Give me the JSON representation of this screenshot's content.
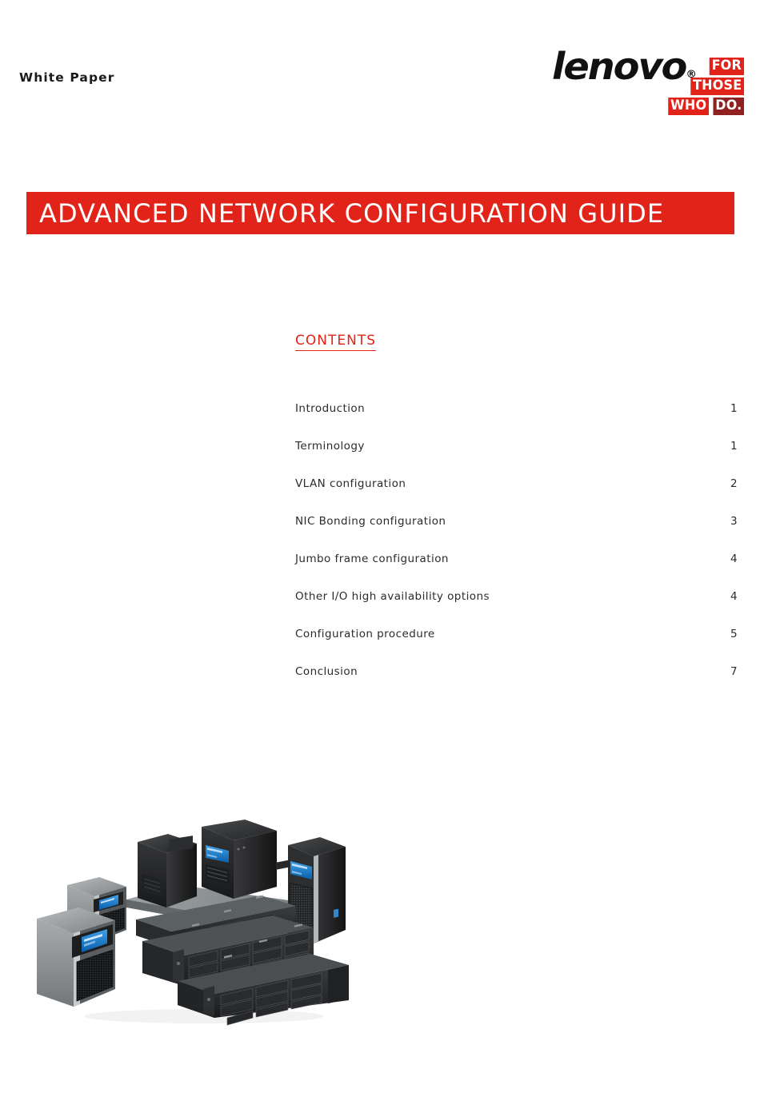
{
  "header": {
    "doc_type": "White Paper",
    "brand": {
      "wordmark": "lenovo",
      "registered_mark": "®",
      "tagline_line1": "FOR",
      "tagline_line2": "THOSE",
      "tagline_line3a": "WHO",
      "tagline_line3b": "DO."
    }
  },
  "title_banner": {
    "text": "ADVANCED NETWORK CONFIGURATION GUIDE"
  },
  "contents": {
    "heading": "CONTENTS",
    "entries": [
      {
        "label": "Introduction",
        "page": "1"
      },
      {
        "label": "Terminology",
        "page": "1"
      },
      {
        "label": "VLAN configuration",
        "page": "2"
      },
      {
        "label": "NIC Bonding configuration",
        "page": "3"
      },
      {
        "label": "Jumbo frame configuration",
        "page": "4"
      },
      {
        "label": "Other I/O high availability options",
        "page": "4"
      },
      {
        "label": "Configuration procedure",
        "page": "5"
      },
      {
        "label": "Conclusion",
        "page": "7"
      }
    ]
  },
  "product_photo": {
    "description": "Lenovo network storage product family: desktop NAS towers and rack-mount storage arrays"
  },
  "colors": {
    "brand_red": "#e2231a",
    "tagline_dark_red": "#8f2220",
    "banner_text": "#ffffff",
    "body_text": "#2b2b2b",
    "page_background": "#ffffff"
  }
}
